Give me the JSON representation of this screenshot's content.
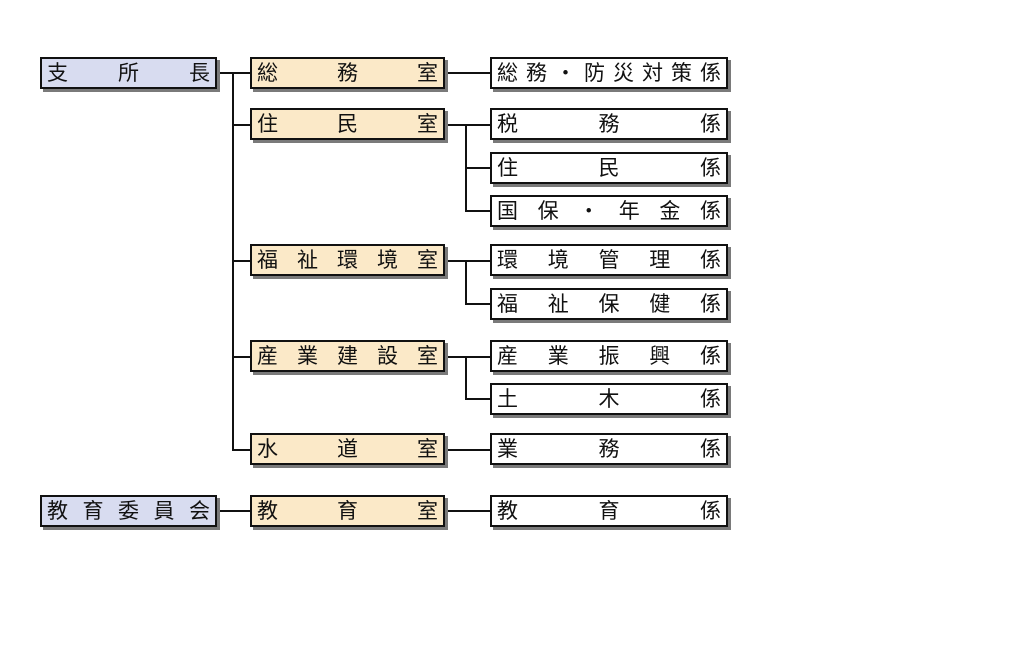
{
  "colors": {
    "head": "#d8dcf0",
    "dept": "#fbe9c8",
    "section": "#ffffff",
    "line": "#111111"
  },
  "heads": [
    {
      "label": "支所長"
    },
    {
      "label": "教育委員会"
    }
  ],
  "departments": [
    {
      "label": "総務室"
    },
    {
      "label": "住民室"
    },
    {
      "label": "福祉環境室"
    },
    {
      "label": "産業建設室"
    },
    {
      "label": "水道室"
    },
    {
      "label": "教育室"
    }
  ],
  "sections": [
    {
      "label": "総務・防災対策係"
    },
    {
      "label": "税務係"
    },
    {
      "label": "住民係"
    },
    {
      "label": "国保・年金係"
    },
    {
      "label": "環境管理係"
    },
    {
      "label": "福祉保健係"
    },
    {
      "label": "産業振興係"
    },
    {
      "label": "土木係"
    },
    {
      "label": "業務係"
    },
    {
      "label": "教育係"
    }
  ]
}
